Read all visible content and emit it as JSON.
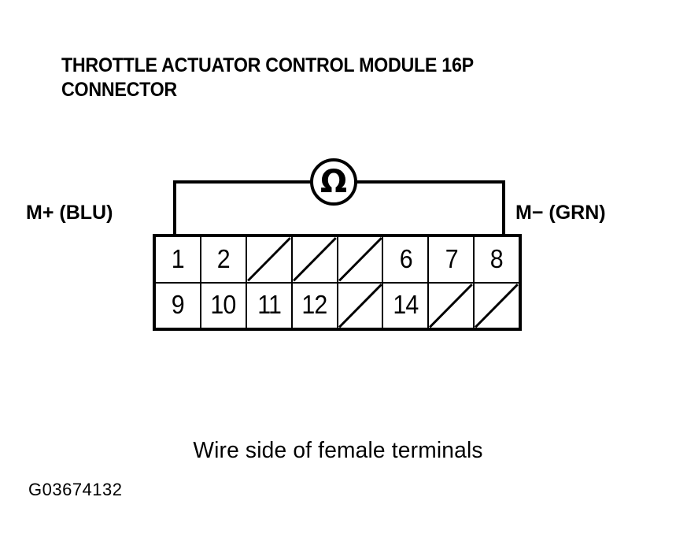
{
  "figure": {
    "title": "THROTTLE ACTUATOR CONTROL MODULE 16P\nCONNECTOR",
    "caption": "Wire side of female terminals",
    "figure_id": "G03674132",
    "ink_color": "#000000",
    "background_color": "#ffffff"
  },
  "meter": {
    "symbol": "Ω",
    "name": "ohmmeter"
  },
  "terminals": {
    "left_label": "M+ (BLU)",
    "right_label": "M− (GRN)",
    "left_probe_pin": "1",
    "right_probe_pin": "8"
  },
  "connector": {
    "pin_count": "16",
    "rows": [
      {
        "name": "top-row",
        "cells": [
          {
            "label": "1",
            "used": true
          },
          {
            "label": "2",
            "used": true
          },
          {
            "label": "",
            "used": false
          },
          {
            "label": "",
            "used": false
          },
          {
            "label": "",
            "used": false
          },
          {
            "label": "6",
            "used": true
          },
          {
            "label": "7",
            "used": true
          },
          {
            "label": "8",
            "used": true
          }
        ]
      },
      {
        "name": "bottom-row",
        "cells": [
          {
            "label": "9",
            "used": true
          },
          {
            "label": "10",
            "used": true
          },
          {
            "label": "11",
            "used": true
          },
          {
            "label": "12",
            "used": true
          },
          {
            "label": "",
            "used": false
          },
          {
            "label": "14",
            "used": true
          },
          {
            "label": "",
            "used": false
          },
          {
            "label": "",
            "used": false
          }
        ]
      }
    ]
  }
}
